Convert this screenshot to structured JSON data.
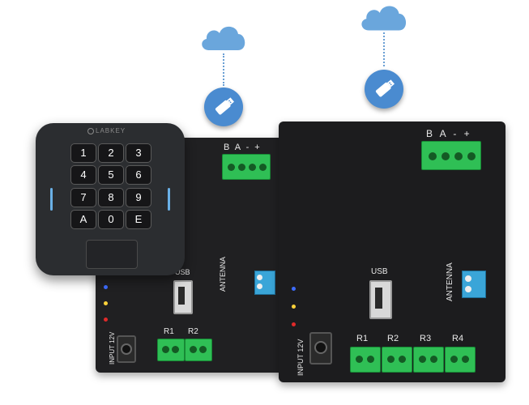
{
  "keypad": {
    "brand": "LABKEY",
    "keys": [
      "1",
      "2",
      "3",
      "4",
      "5",
      "6",
      "7",
      "8",
      "9",
      "A",
      "0",
      "E"
    ]
  },
  "small_board": {
    "rs485_label": "B A - +",
    "usb_label": "USB",
    "antenna_label": "ANTENNA",
    "input_label": "INPUT 12V",
    "relays": [
      "R1",
      "R2"
    ]
  },
  "large_board": {
    "rs485_label": "B A - +",
    "usb_label": "USB",
    "antenna_label": "ANTENNA",
    "input_label": "INPUT 12V",
    "relays": [
      "R1",
      "R2",
      "R3",
      "R4"
    ]
  },
  "icons": [
    "cloud-icon",
    "usb-stick-icon"
  ],
  "colors": {
    "cloud": "#6aa6dc",
    "usb_badge": "#4a8bd0",
    "terminal_green": "#2fbf55",
    "terminal_blue": "#3aa5d8",
    "board": "#1c1c1e"
  }
}
